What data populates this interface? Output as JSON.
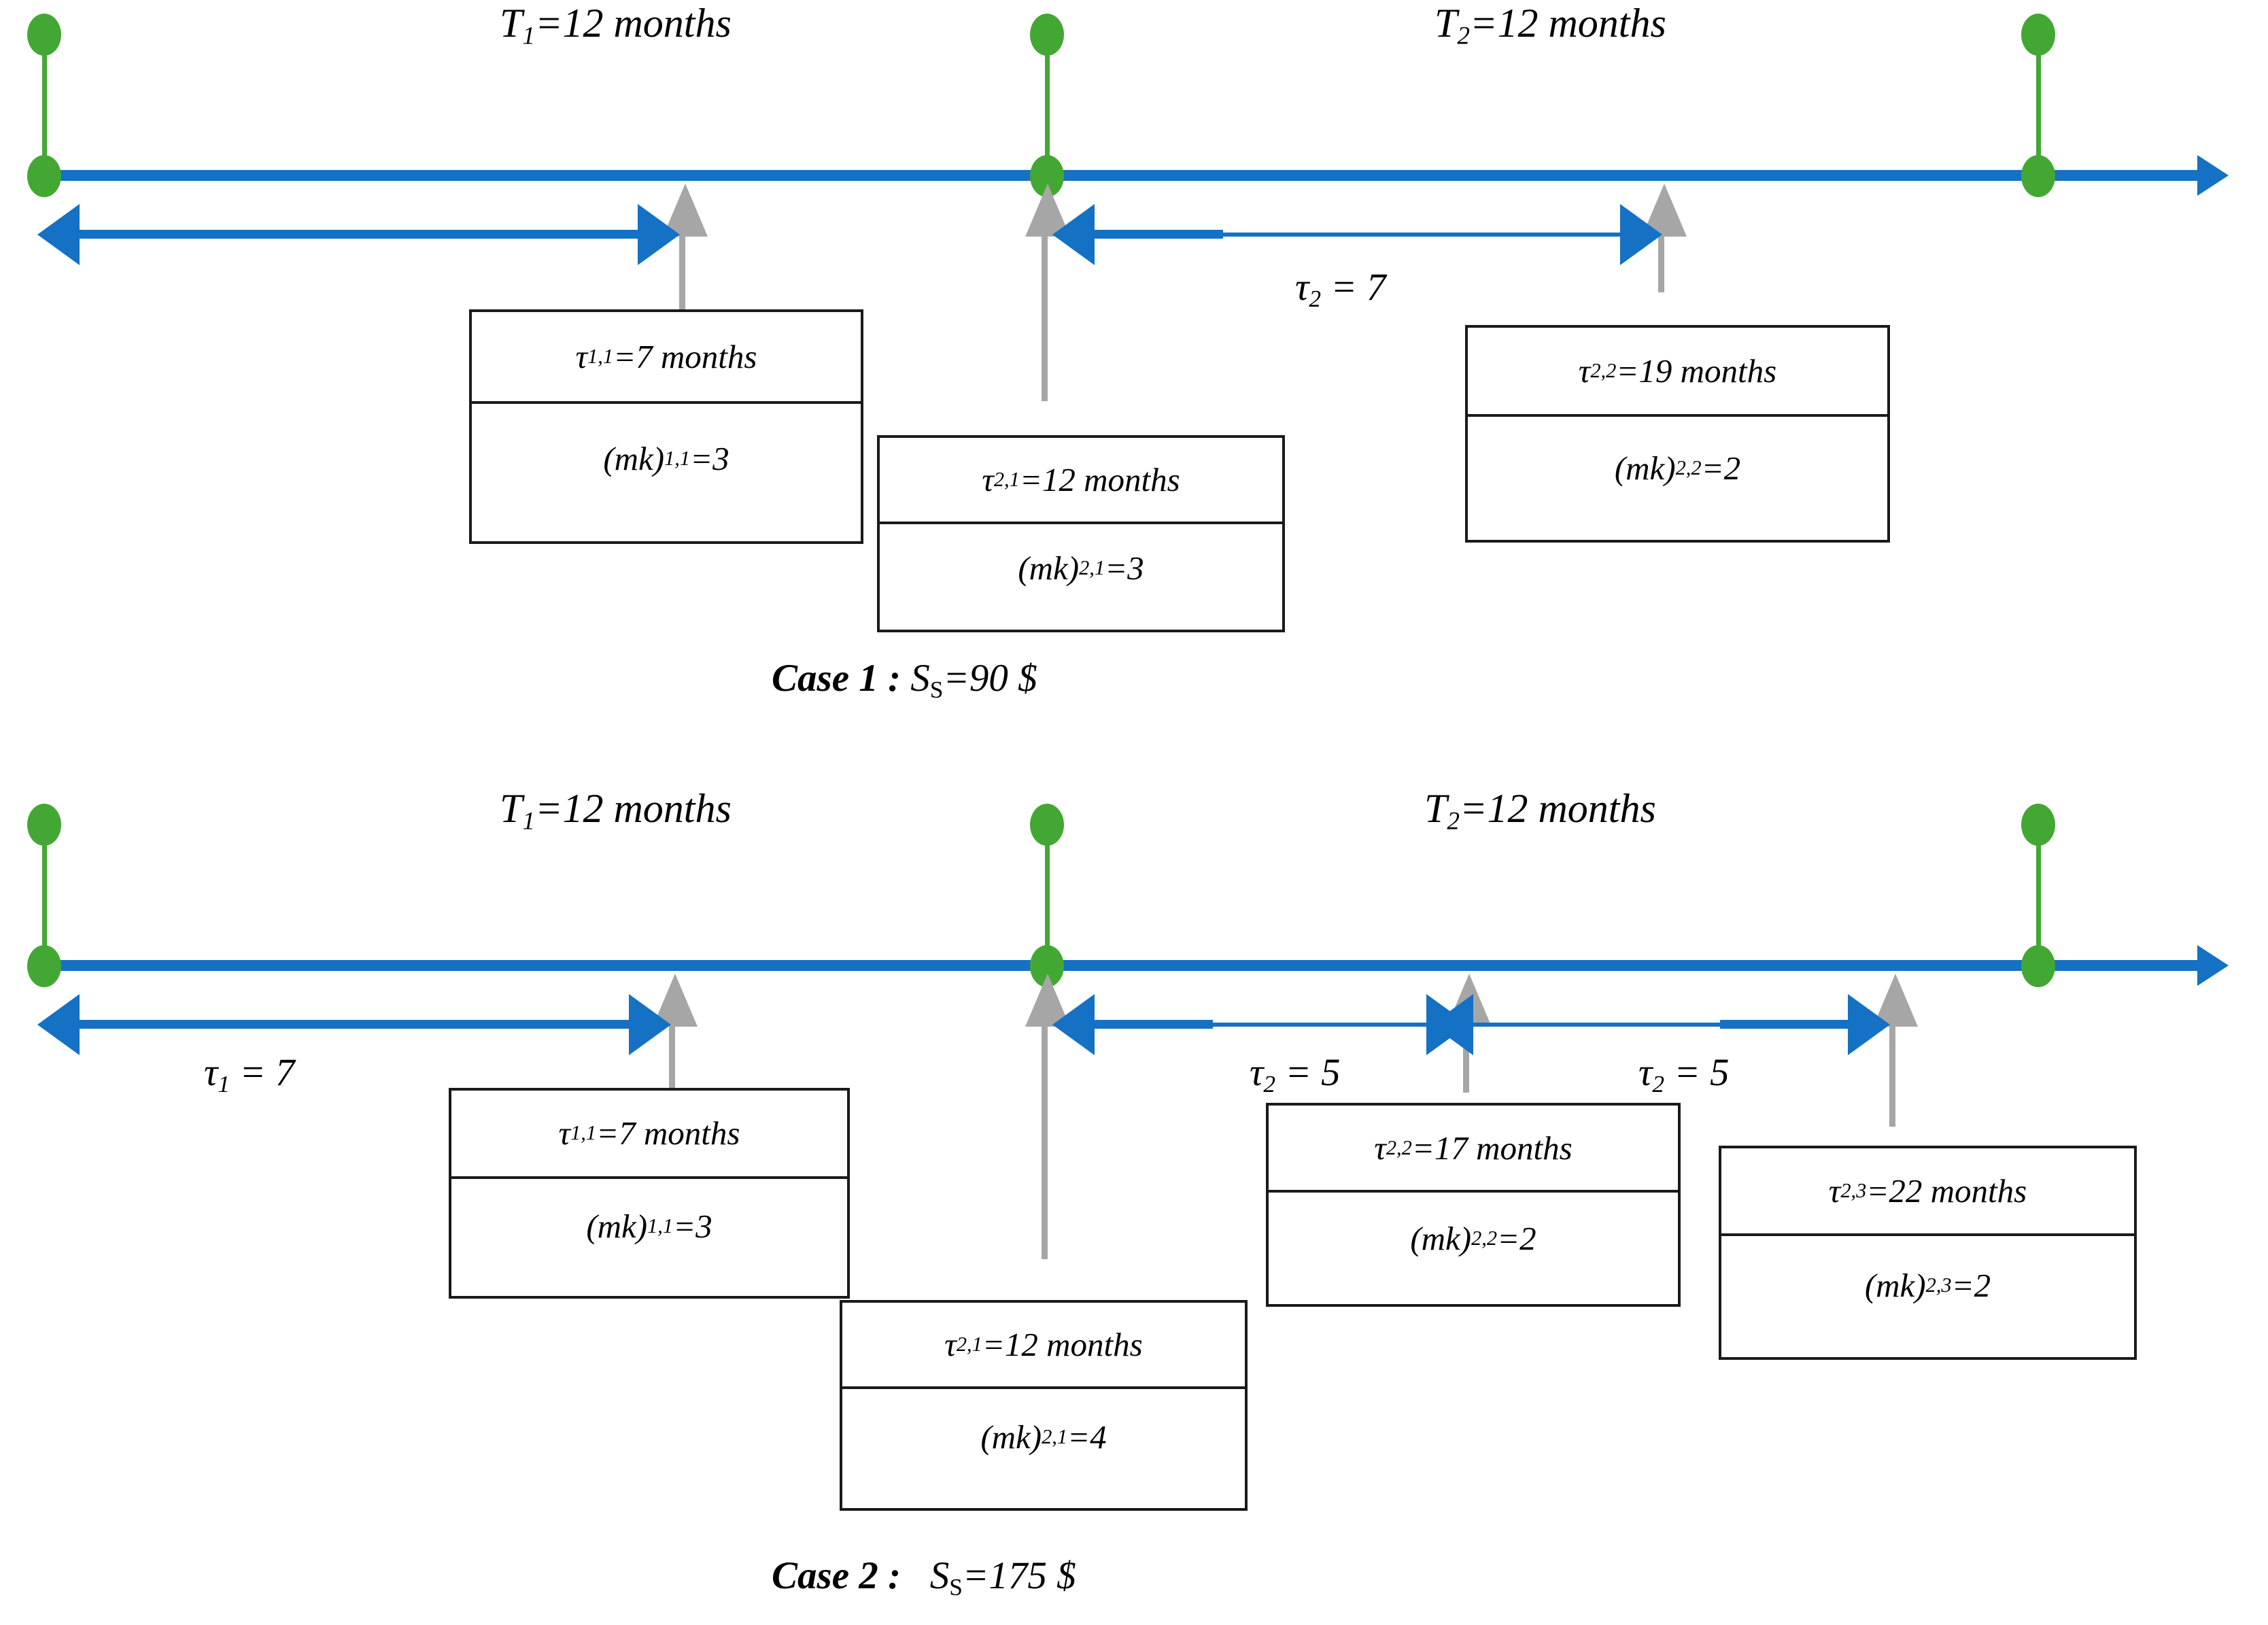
{
  "diagram": {
    "title_semantics": "two-case maintenance timeline",
    "colors": {
      "timeline_blue": "#1471C4",
      "marker_green": "#43A833",
      "pointer_gray": "#A6A6A6",
      "box_border": "#1a1a1a"
    }
  },
  "case1": {
    "caption_case": "Case 1 :",
    "caption_value": "S",
    "caption_sub": "S",
    "caption_tail": "=90 $",
    "period_left": {
      "symbol": "T",
      "sub": "1",
      "text": "=12 months"
    },
    "period_right": {
      "symbol": "T",
      "sub": "2",
      "text": "=12 months"
    },
    "tau_labels": [
      {
        "symbol": "τ",
        "sub": "2",
        "text": " = 7"
      }
    ],
    "boxes": [
      {
        "top": "τ",
        "top_sub": "1,1",
        "top_text": "=7 months",
        "bottom": "(mk)",
        "bottom_sub": "1,1",
        "bottom_text": "=3"
      },
      {
        "top": "τ",
        "top_sub": "2,1",
        "top_text": "=12 months",
        "bottom": "(mk)",
        "bottom_sub": "2,1",
        "bottom_text": "=3"
      },
      {
        "top": "τ",
        "top_sub": "2,2",
        "top_text": "=19 months",
        "bottom": "(mk)",
        "bottom_sub": "2,2",
        "bottom_text": "=2"
      }
    ]
  },
  "case2": {
    "caption_case": "Case 2 :",
    "caption_value": "S",
    "caption_sub": "S",
    "caption_tail": "=175 $",
    "period_left": {
      "symbol": "T",
      "sub": "1",
      "text": "=12 months"
    },
    "period_right": {
      "symbol": "T",
      "sub": "2",
      "text": "=12 months"
    },
    "tau_labels": [
      {
        "symbol": "τ",
        "sub": "1",
        "text": " = 7"
      },
      {
        "symbol": "τ",
        "sub": "2",
        "text": " = 5"
      },
      {
        "symbol": "τ",
        "sub": "2",
        "text": " = 5"
      }
    ],
    "boxes": [
      {
        "top": "τ",
        "top_sub": "1,1",
        "top_text": "=7 months",
        "bottom": "(mk)",
        "bottom_sub": "1,1",
        "bottom_text": "=3"
      },
      {
        "top": "τ",
        "top_sub": "2,1",
        "top_text": "=12 months",
        "bottom": "(mk)",
        "bottom_sub": "2,1",
        "bottom_text": "=4"
      },
      {
        "top": "τ",
        "top_sub": "2,2",
        "top_text": "=17 months",
        "bottom": "(mk)",
        "bottom_sub": "2,2",
        "bottom_text": "=2"
      },
      {
        "top": "τ",
        "top_sub": "2,3",
        "top_text": "=22 months",
        "bottom": "(mk)",
        "bottom_sub": "2,3",
        "bottom_text": "=2"
      }
    ]
  }
}
